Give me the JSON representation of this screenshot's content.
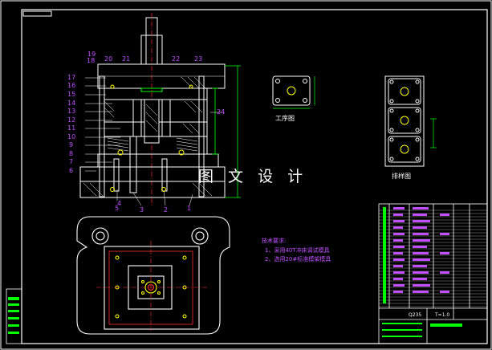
{
  "labels": {
    "process_diagram": "工序图",
    "layout_diagram": "排样图",
    "watermark": "图 文 设 计"
  },
  "tech_requirements": {
    "title": "技术要求:",
    "line1": "1、采用40T冲床调试模具",
    "line2": "2、选用20#标准模架模具"
  },
  "title_block": {
    "material": "Q235",
    "thickness": "T=1.0"
  },
  "part_numbers_left": [
    "19",
    "18",
    "17",
    "16",
    "15",
    "14",
    "13",
    "12",
    "11",
    "10",
    "9",
    "8",
    "7",
    "6"
  ],
  "part_numbers_top": [
    "20",
    "21",
    "22",
    "23"
  ],
  "part_numbers_bottom": [
    "5",
    "4",
    "3",
    "2",
    "1"
  ],
  "part_number_right": "24",
  "colors": {
    "background": "#000000",
    "frame": "#ffffff",
    "part_number": "#c050ff",
    "dimension": "#00ff00",
    "center_line": "#ff3030",
    "hole": "#ffff00"
  }
}
